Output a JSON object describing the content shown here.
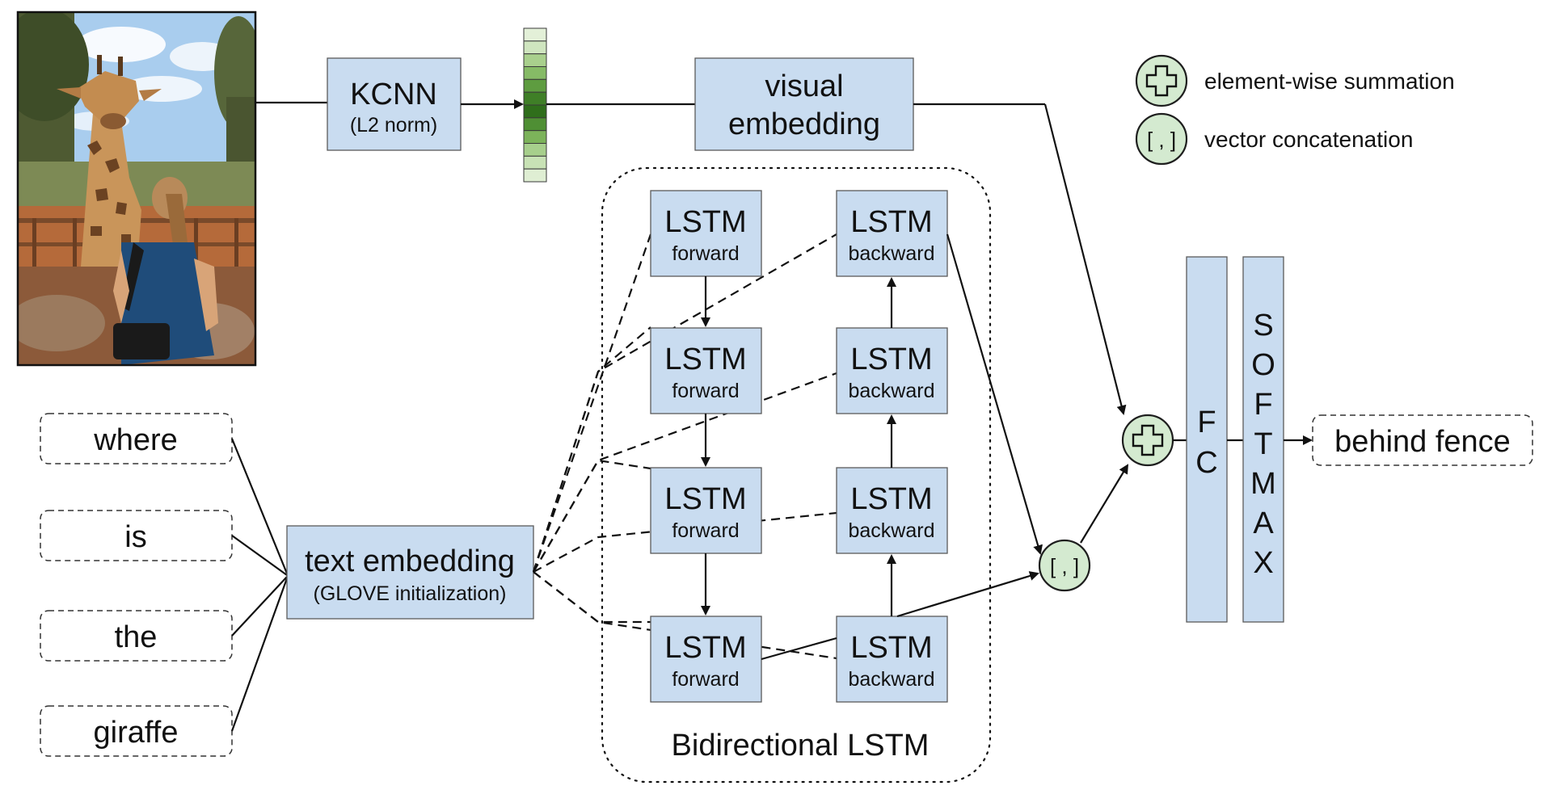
{
  "kcnn": {
    "title": "KCNN",
    "subtitle": "(L2 norm)"
  },
  "visual_embedding": {
    "line1": "visual",
    "line2": "embedding"
  },
  "text_embedding": {
    "title": "text embedding",
    "subtitle": "(GLOVE initialization)"
  },
  "words": [
    "where",
    "is",
    "the",
    "giraffe"
  ],
  "lstm": {
    "label": "LSTM",
    "forward": "forward",
    "backward": "backward"
  },
  "bilstm_label": "Bidirectional LSTM",
  "concat_symbol": "[ , ]",
  "fc_letters": [
    "F",
    "C"
  ],
  "softmax_letters": [
    "S",
    "O",
    "F",
    "T",
    "M",
    "A",
    "X"
  ],
  "output": "behind fence",
  "legend": {
    "sum": "element-wise summation",
    "concat": "vector concatenation",
    "concat_symbol": "[ , ]"
  },
  "colors": {
    "box": "#c9dcf0",
    "circle": "#d4ead0",
    "feature_vector": [
      "#e3f0d8",
      "#cfe5bf",
      "#a9d08d",
      "#86bb66",
      "#5e9c40",
      "#3f7f27",
      "#2f6e1b",
      "#4f8f34",
      "#7cb35a",
      "#a7cf8c",
      "#c8e2b5",
      "#dfeed3"
    ]
  },
  "image": {
    "subject": "giraffe behind fence with girl"
  }
}
